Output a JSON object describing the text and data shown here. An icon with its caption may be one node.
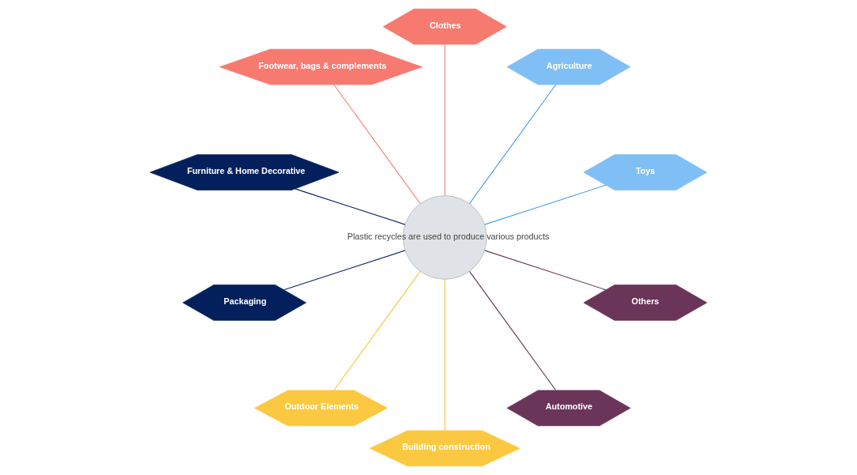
{
  "diagram": {
    "nodes": [
      {
        "text": [
          "Plastic recycles are used to produce various products"
        ]
      },
      {
        "text": [
          "Toys"
        ]
      },
      {
        "text": [
          "Agriculture"
        ]
      },
      {
        "text": [
          "Clothes"
        ]
      },
      {
        "text": [
          "Footwear, bags & complements"
        ]
      },
      {
        "text": [
          "Furniture & Home Decorative"
        ]
      },
      {
        "text": [
          "Packaging"
        ]
      },
      {
        "text": [
          "Outdoor Elements"
        ]
      },
      {
        "text": [
          "Building construction"
        ]
      },
      {
        "text": [
          "Automotive"
        ]
      },
      {
        "text": [
          "Others"
        ]
      }
    ],
    "edges": [
      {
        "from": 0,
        "to": 1,
        "arrow": "none",
        "color": "#4a9fe8"
      },
      {
        "from": 0,
        "to": 2,
        "arrow": "none",
        "color": "#4a9fe8"
      },
      {
        "from": 0,
        "to": 3,
        "arrow": "none",
        "color": "#f0857a"
      },
      {
        "from": 0,
        "to": 4,
        "arrow": "none",
        "color": "#f0857a"
      },
      {
        "from": 0,
        "to": 5,
        "arrow": "none",
        "color": "#0b2260"
      },
      {
        "from": 0,
        "to": 6,
        "arrow": "none",
        "color": "#0b2260"
      },
      {
        "from": 0,
        "to": 7,
        "arrow": "none",
        "color": "#f6c73d"
      },
      {
        "from": 0,
        "to": 8,
        "arrow": "none",
        "color": "#f6c73d"
      },
      {
        "from": 0,
        "to": 9,
        "arrow": "none",
        "color": "#6a3559"
      },
      {
        "from": 0,
        "to": 10,
        "arrow": "none",
        "color": "#6a3559"
      }
    ]
  }
}
